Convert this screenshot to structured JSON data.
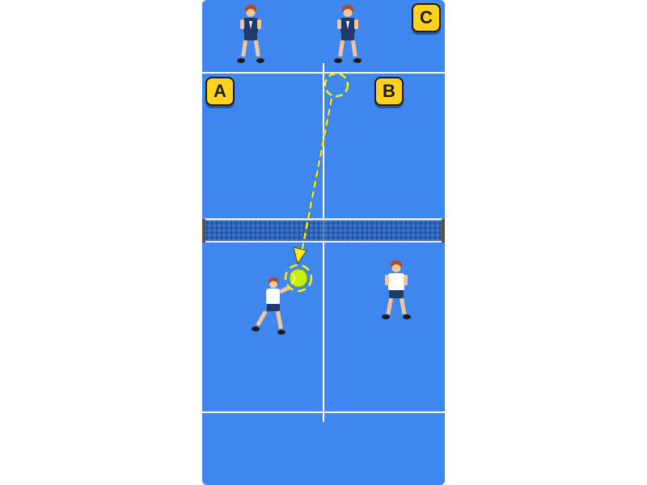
{
  "colors": {
    "court": "#3f87ef",
    "lines": "#ffffff",
    "button": "#ffd21f",
    "trajectory": "#ffee00",
    "ball": "#c8f000",
    "net_post": "#5c5046",
    "opponent_shirt": "#1f3a6b",
    "player_shirt": "#ffffff",
    "player_shorts": "#1f3a6b",
    "hair": "#b34a1c"
  },
  "zones": {
    "a": "A",
    "b": "B",
    "c": "C"
  },
  "icons": {
    "ball": "tennis-ball-icon",
    "target": "landing-target-icon",
    "trajectory": "dashed-arrow-icon"
  }
}
